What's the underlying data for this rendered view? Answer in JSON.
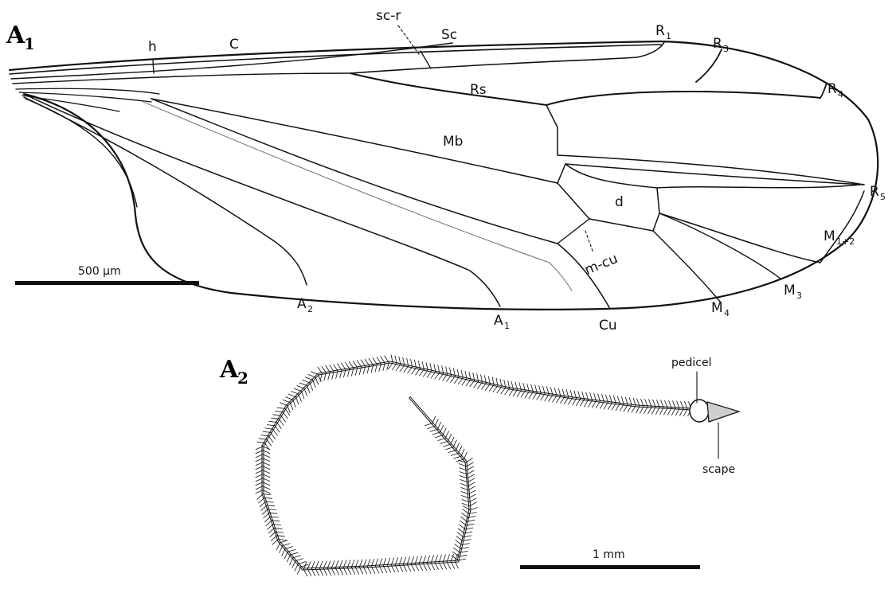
{
  "panels": {
    "a1": {
      "main": "A",
      "sub": "1"
    },
    "a2": {
      "main": "A",
      "sub": "2"
    }
  },
  "wing_labels": {
    "sc_r": "sc-r",
    "sc": "Sc",
    "h": "h",
    "c": "C",
    "r1": {
      "main": "R",
      "sub": "1"
    },
    "r3": {
      "main": "R",
      "sub": "3"
    },
    "r4": {
      "main": "R",
      "sub": "4"
    },
    "r5": {
      "main": "R",
      "sub": "5"
    },
    "rs": "Rs",
    "mb": "Mb",
    "d": "d",
    "m_cu": "m-cu",
    "m12": {
      "main": "M",
      "sub": "1+2"
    },
    "m3": {
      "main": "M",
      "sub": "3"
    },
    "m4": {
      "main": "M",
      "sub": "4"
    },
    "cu": "Cu",
    "a1": {
      "main": "A",
      "sub": "1"
    },
    "a2": {
      "main": "A",
      "sub": "2"
    }
  },
  "antenna_labels": {
    "pedicel": "pedicel",
    "scape": "scape"
  },
  "scale_bars": {
    "wing": "500 µm",
    "antenna": "1 mm"
  },
  "colors": {
    "ink": "#111111",
    "background": "#ffffff"
  }
}
